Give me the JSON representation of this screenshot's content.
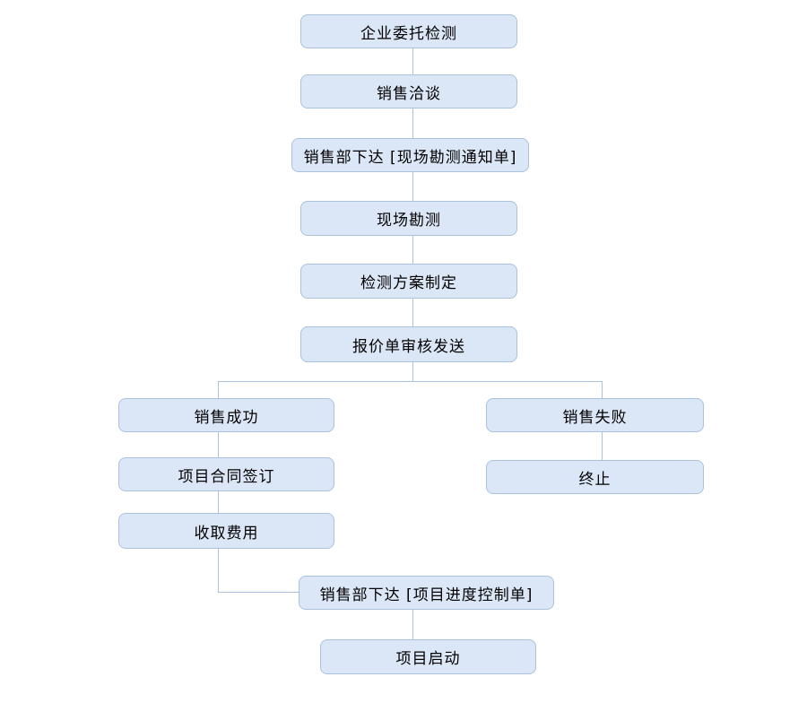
{
  "diagram": {
    "type": "flowchart",
    "background_color": "#ffffff",
    "node_fill_color": "#dbe6f6",
    "node_border_color": "#a9c2de",
    "connector_color": "#a9c2de",
    "text_color": "#000000",
    "nodes": [
      {
        "id": "n1",
        "label": "企业委托检测"
      },
      {
        "id": "n2",
        "label": "销售洽谈"
      },
      {
        "id": "n3",
        "label": "销售部下达 [现场勘测通知单]"
      },
      {
        "id": "n4",
        "label": "现场勘测"
      },
      {
        "id": "n5",
        "label": "检测方案制定"
      },
      {
        "id": "n6",
        "label": "报价单审核发送"
      },
      {
        "id": "n7",
        "label": "销售成功"
      },
      {
        "id": "n8",
        "label": "销售失败"
      },
      {
        "id": "n9",
        "label": "项目合同签订"
      },
      {
        "id": "n10",
        "label": "终止"
      },
      {
        "id": "n11",
        "label": "收取费用"
      },
      {
        "id": "n12",
        "label": "销售部下达 [项目进度控制单]"
      },
      {
        "id": "n13",
        "label": "项目启动"
      }
    ],
    "edges": [
      {
        "from": "企业委托检测",
        "to": "销售洽谈"
      },
      {
        "from": "销售洽谈",
        "to": "销售部下达 [现场勘测通知单]"
      },
      {
        "from": "销售部下达 [现场勘测通知单]",
        "to": "现场勘测"
      },
      {
        "from": "现场勘测",
        "to": "检测方案制定"
      },
      {
        "from": "检测方案制定",
        "to": "报价单审核发送"
      },
      {
        "from": "报价单审核发送",
        "to": "销售成功"
      },
      {
        "from": "报价单审核发送",
        "to": "销售失败"
      },
      {
        "from": "销售成功",
        "to": "项目合同签订"
      },
      {
        "from": "项目合同签订",
        "to": "收取费用"
      },
      {
        "from": "收取费用",
        "to": "销售部下达 [项目进度控制单]"
      },
      {
        "from": "销售失败",
        "to": "终止"
      },
      {
        "from": "销售部下达 [项目进度控制单]",
        "to": "项目启动"
      }
    ]
  }
}
